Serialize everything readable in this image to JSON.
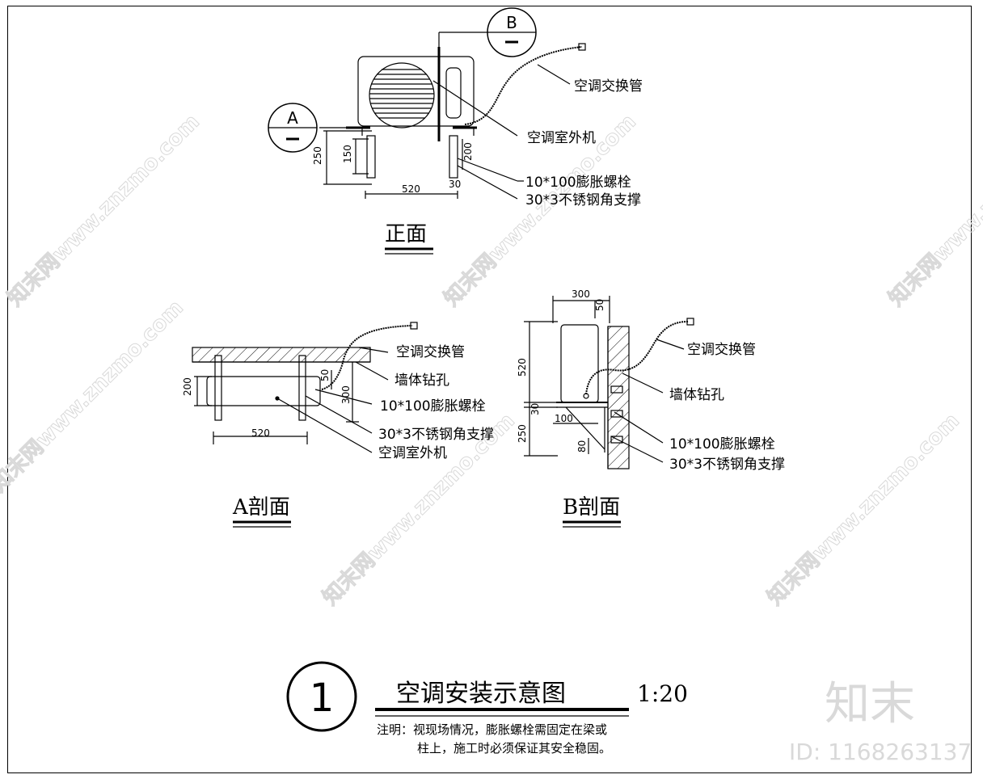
{
  "front_view": {
    "title": "正面",
    "section_a": "A",
    "section_b": "B",
    "labels": {
      "pipe": "空调交换管",
      "unit": "空调室外机",
      "bolt": "10*100膨胀螺栓",
      "bracket": "30*3不锈钢角支撑"
    },
    "dims": {
      "width": "520",
      "bracket_h": "250",
      "bolt_v": "150",
      "bolt_v2": "200",
      "offset": "30"
    }
  },
  "section_a_view": {
    "title": "A剖面",
    "labels": {
      "pipe": "空调交换管",
      "hole": "墙体钻孔",
      "bolt": "10*100膨胀螺栓",
      "bracket": "30*3不锈钢角支撑",
      "unit": "空调室外机"
    },
    "dims": {
      "width": "520",
      "depth": "200",
      "gap": "50",
      "depth2": "300"
    }
  },
  "section_b_view": {
    "title": "B剖面",
    "labels": {
      "pipe": "空调交换管",
      "hole": "墙体钻孔",
      "bolt": "10*100膨胀螺栓",
      "bracket": "30*3不锈钢角支撑"
    },
    "dims": {
      "top": "300",
      "gap": "50",
      "height": "520",
      "mid": "30",
      "base": "100",
      "lower": "250",
      "small": "80"
    }
  },
  "drawing": {
    "number": "1",
    "title": "空调安装示意图",
    "scale": "1:20",
    "note_line1": "注明：视现场情况，膨胀螺栓需固定在梁或",
    "note_line2": "柱上，施工时必须保证其安全稳固。"
  },
  "watermark": {
    "text": "知末网www.znzmo.com",
    "logo": "知末",
    "id_text": "ID: 1168263137"
  }
}
